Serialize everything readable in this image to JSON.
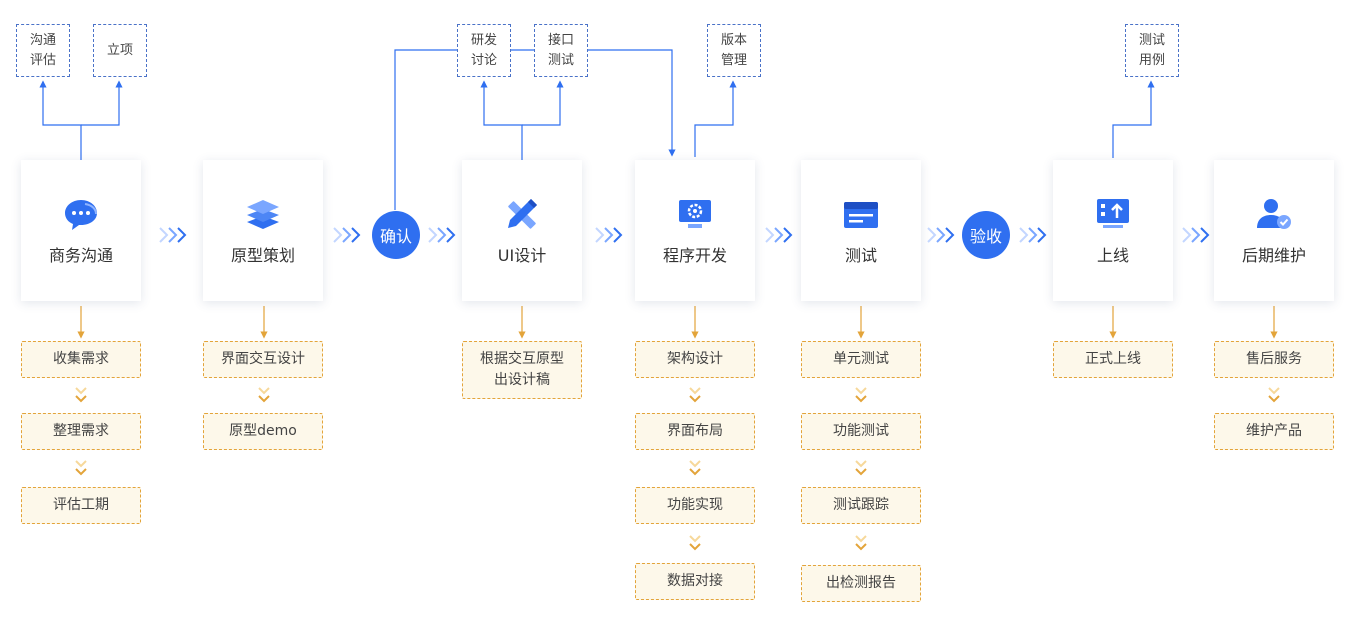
{
  "stages": [
    {
      "label": "商务沟通",
      "icon": "chat-bubble-icon"
    },
    {
      "label": "原型策划",
      "icon": "layers-icon"
    },
    {
      "label": "UI设计",
      "icon": "pencil-ruler-icon"
    },
    {
      "label": "程序开发",
      "icon": "monitor-gear-icon"
    },
    {
      "label": "测试",
      "icon": "browser-window-icon"
    },
    {
      "label": "上线",
      "icon": "monitor-upload-icon"
    },
    {
      "label": "后期维护",
      "icon": "user-check-icon"
    }
  ],
  "milestones": [
    "确认",
    "验收"
  ],
  "top_notes": {
    "goutong": "沟通",
    "pinggu": "评估",
    "lixiang": "立项",
    "yanfa": "研发",
    "taolun": "讨论",
    "jiekou": "接口",
    "ceshi": "测试",
    "banben": "版本",
    "guanli": "管理",
    "ceshi2": "测试",
    "yongli": "用例"
  },
  "tasks": {
    "shangwu": [
      "收集需求",
      "整理需求",
      "评估工期"
    ],
    "yuanxing": [
      "界面交互设计",
      "原型demo"
    ],
    "ui": [
      "根据交互原型",
      "出设计稿"
    ],
    "kaifa": [
      "架构设计",
      "界面布局",
      "功能实现",
      "数据对接"
    ],
    "ceshi": [
      "单元测试",
      "功能测试",
      "测试跟踪",
      "出检测报告"
    ],
    "shangxian": [
      "正式上线"
    ],
    "weihu": [
      "售后服务",
      "维护产品"
    ]
  },
  "colors": {
    "primary": "#2f6ff0",
    "task_border": "#e3a43a",
    "task_bg": "#fdf8ea",
    "note_border": "#4a72c8"
  }
}
